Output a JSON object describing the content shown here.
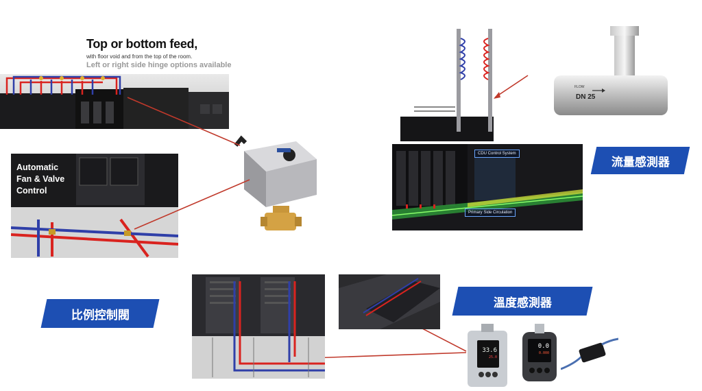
{
  "headline": {
    "title": "Top or bottom feed,",
    "subtitle": "with floor void and from the top of the room.",
    "note": "Left or right side hinge options available"
  },
  "control_box": {
    "line1": "Automatic",
    "line2": "Fan & Valve",
    "line3": "Control"
  },
  "flow_pipe": {
    "flow_text": "FLOW",
    "size_text": "DN 25"
  },
  "cdu_tags": {
    "control": "CDU Control System",
    "primary": "Primary Side Circulation"
  },
  "banners": {
    "flow_sensor": "流量感測器",
    "proportional_valve": "比例控制閥",
    "temp_sensor": "溫度感測器"
  },
  "sensor_readings": {
    "device1_value": "33.6",
    "device1_sub": "25.0",
    "device2_value": "0.0",
    "device2_sub": "0.000"
  },
  "colors": {
    "banner": "#1d4fb3",
    "arrow": "#c0392b",
    "hot_pipe": "#d9231f",
    "cold_pipe": "#2f3fa8"
  }
}
